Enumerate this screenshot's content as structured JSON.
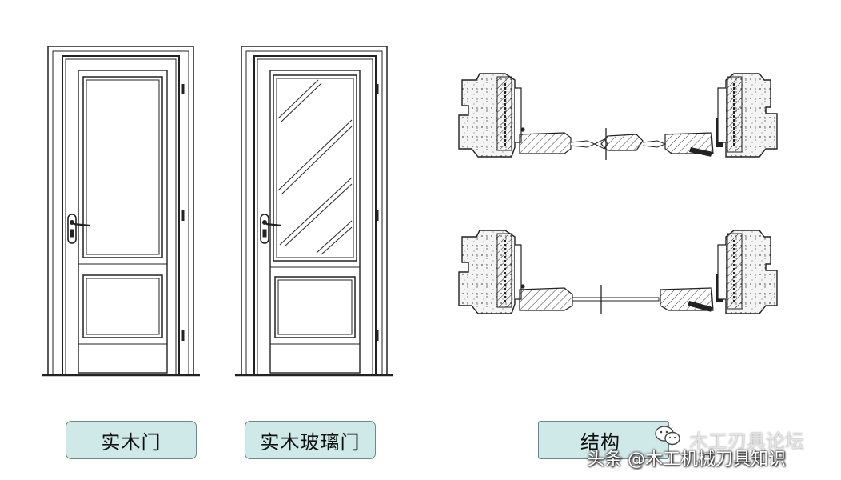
{
  "labels": {
    "solid_wood_door": "实木门",
    "solid_wood_glass_door": "实木玻璃门",
    "structure": "结构"
  },
  "watermark": {
    "faded_text": "木工刃具论坛",
    "main_text": "头条 @木工机械刀具知识"
  },
  "colors": {
    "line": "#222222",
    "label_fill": "#cfe8e8",
    "label_border": "#6a8a8e"
  }
}
